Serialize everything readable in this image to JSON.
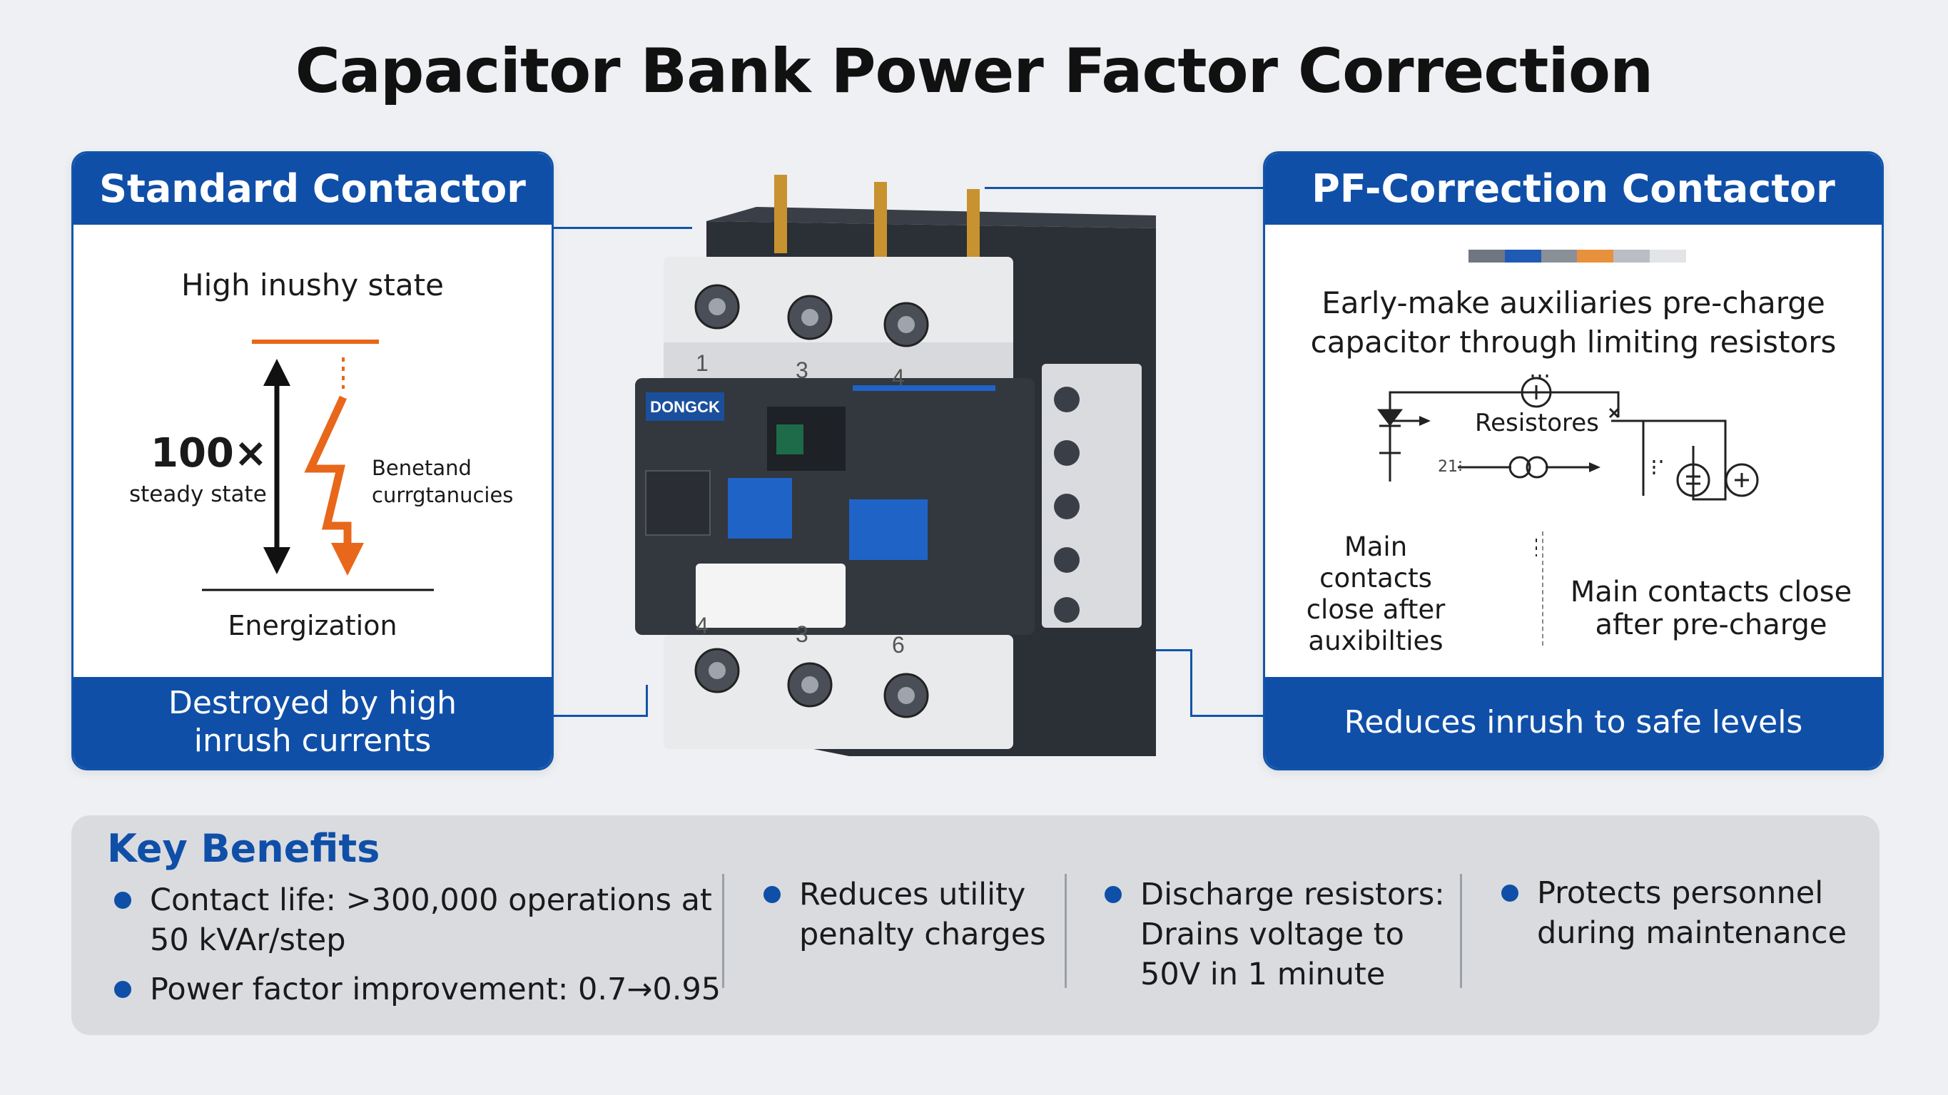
{
  "title": "Capacitor Bank Power Factor Correction",
  "left_panel": {
    "header": "Standard Contactor",
    "state_label": "High inushy state",
    "multiplier": "100×",
    "steady_label": "steady state",
    "annotation_line1": "Benetand",
    "annotation_line2": "currgtanucies",
    "baseline_label": "Energization",
    "footer_line1": "Destroyed by high",
    "footer_line2": "inrush currents"
  },
  "right_panel": {
    "header": "PF-Correction Contactor",
    "description_line1": "Early-make auxiliaries pre-charge",
    "description_line2": "capacitor through limiting resistors",
    "resistor_label": "Resistores",
    "small_label": "21⁝",
    "left_note": [
      "Main contacts",
      "close after",
      "auxibilties"
    ],
    "right_note": [
      "Main contacts close",
      "after pre-charge"
    ],
    "footer": "Reduces inrush to safe levels"
  },
  "contactor": {
    "brand": "DONGCK",
    "top_terminals": [
      "1",
      "3",
      "4"
    ],
    "bottom_terminals": [
      "4",
      "3",
      "6"
    ]
  },
  "benefits": {
    "title": "Key Benefits",
    "col1": [
      [
        "Contact life: >300,000 operations at",
        "50 kVAr/step"
      ],
      [
        "Power factor improvement: 0.7→0.95"
      ]
    ],
    "col2": [
      [
        "Reduces utility",
        "penalty charges"
      ]
    ],
    "col3": [
      [
        "Discharge resistors:",
        "Drains voltage to",
        "50V in 1 minute"
      ]
    ],
    "col4": [
      [
        "Protects personnel",
        "during maintenance"
      ]
    ]
  },
  "colors": {
    "brand_blue": "#0f4fa8",
    "accent_orange": "#e8671a",
    "background": "#eef0f3"
  }
}
